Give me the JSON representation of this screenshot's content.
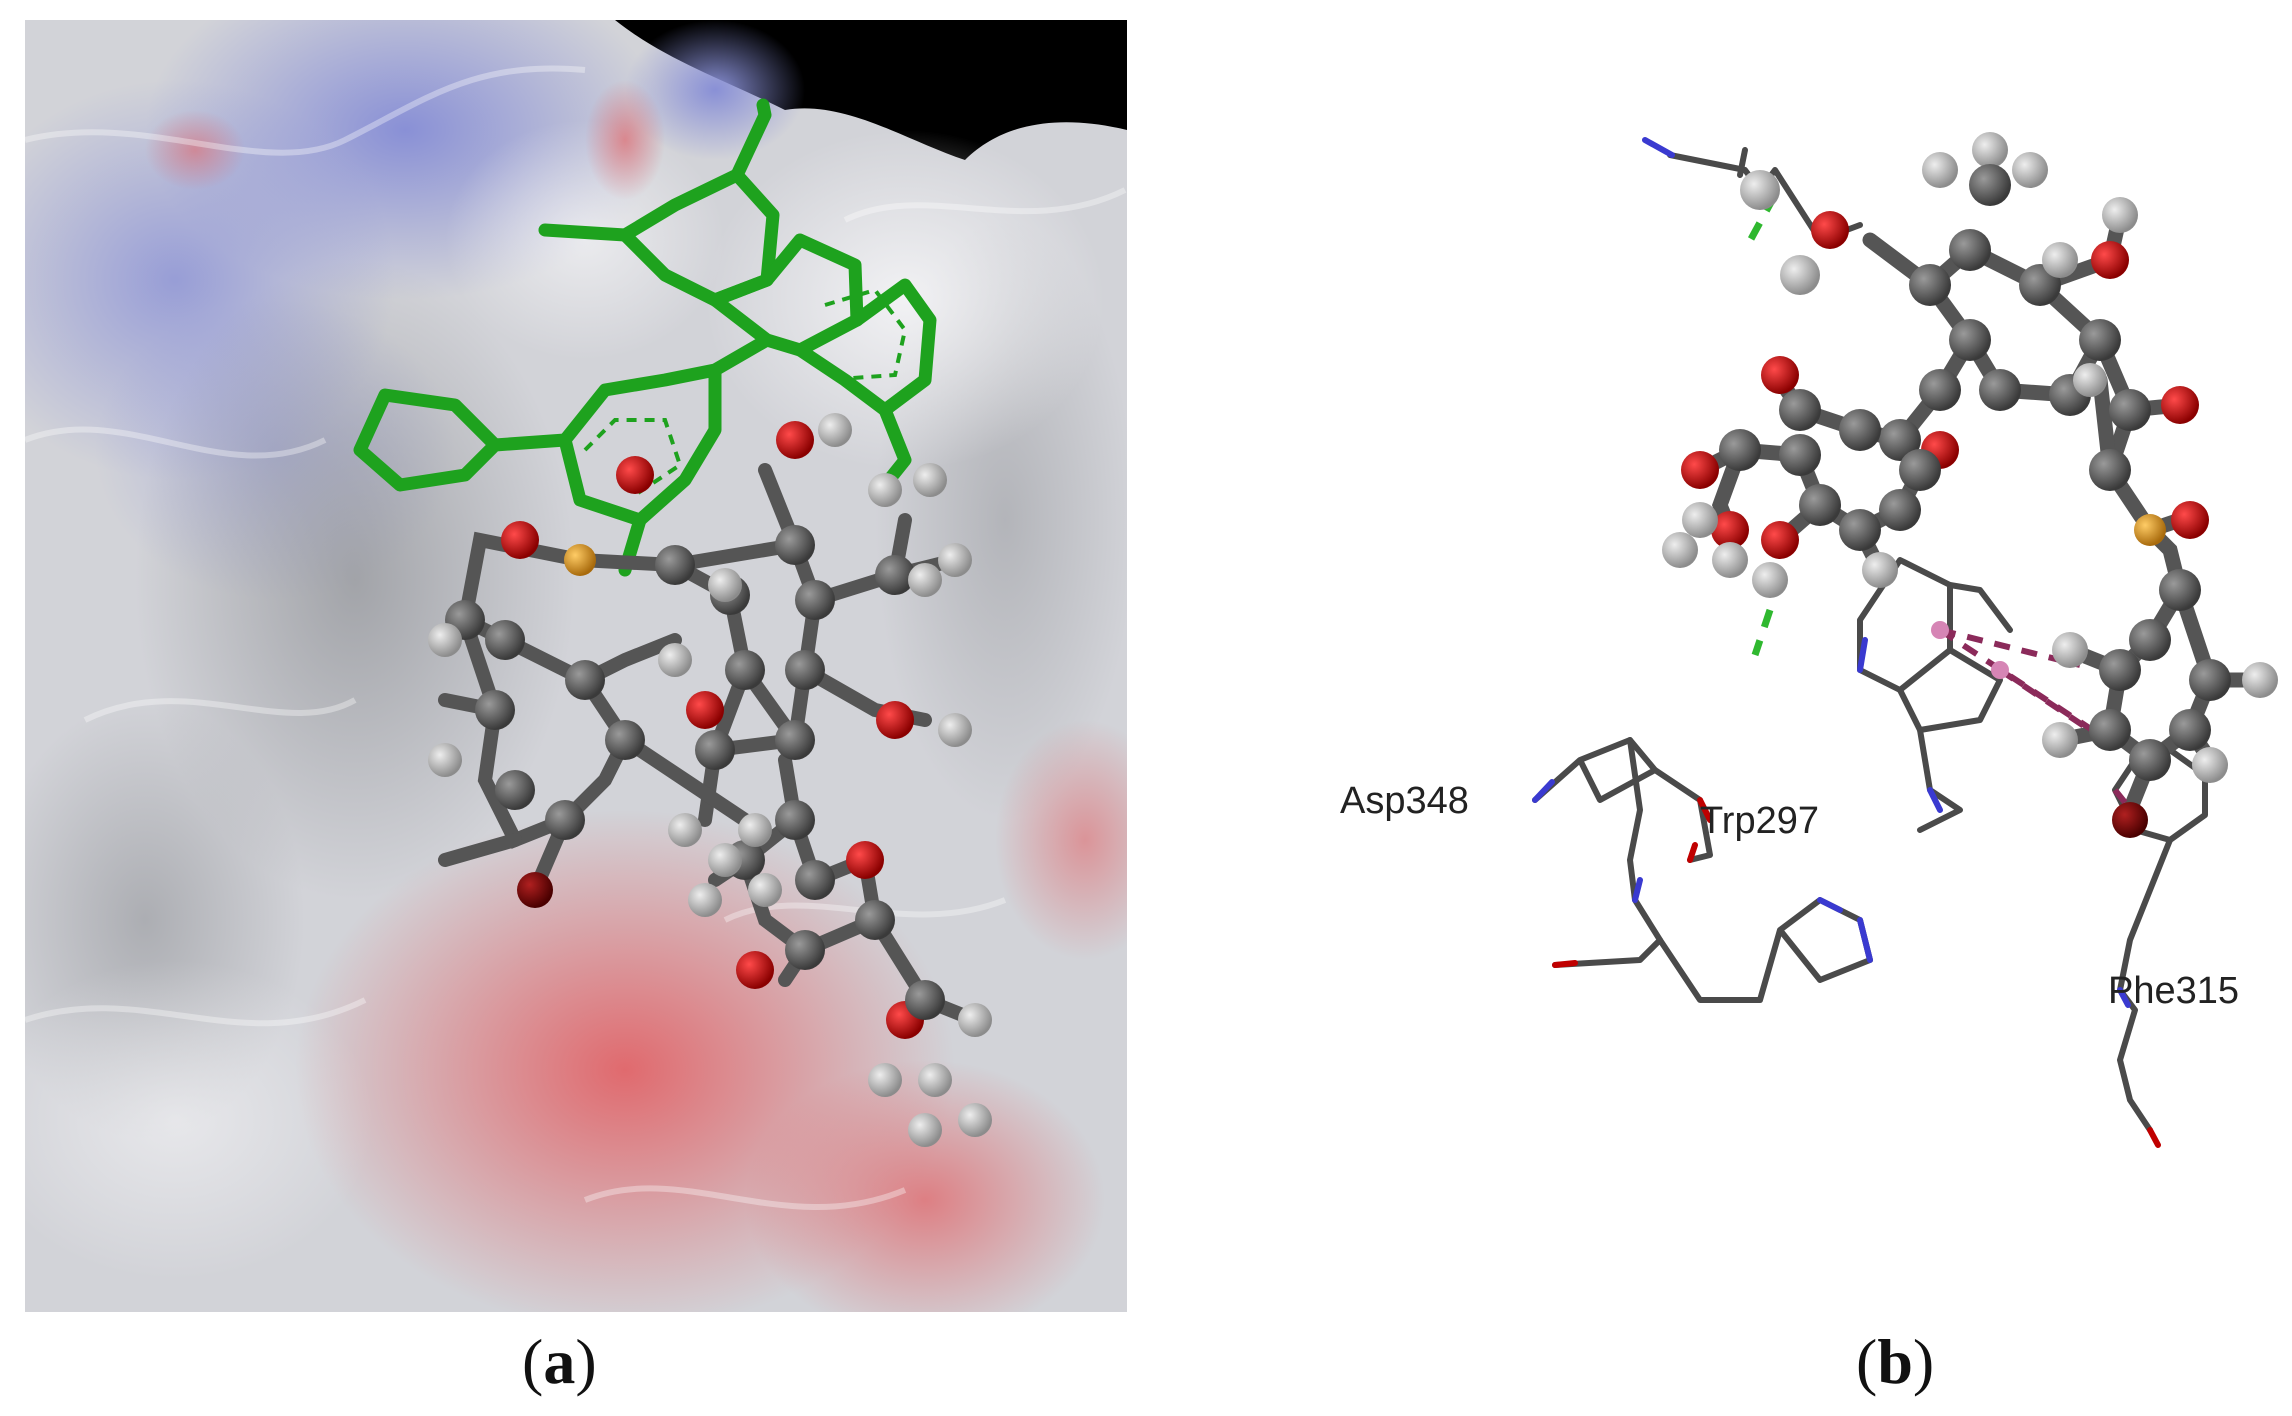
{
  "panel_a": {
    "caption_open": "(",
    "caption_letter": "a",
    "caption_close": ")",
    "colors": {
      "surface_neutral": "#d9d9dc",
      "surface_positive": "#7e86c8",
      "surface_negative": "#d9787a",
      "reference_ligand": "#1e9e1e",
      "carbon": "#555555",
      "oxygen": "#c00000",
      "hydrogen": "#b8b8b8",
      "phosphorus": "#d4931f",
      "bromine": "#7a0a0a"
    }
  },
  "panel_b": {
    "caption_open": "(",
    "caption_letter": "b",
    "caption_close": ")",
    "residues": {
      "asp": "Asp348",
      "trp": "Trp297",
      "phe": "Phe315"
    },
    "colors": {
      "hbond": "#2fb82f",
      "pi_interaction": "#8b2a5a",
      "carbon": "#555555",
      "oxygen": "#c00000",
      "nitrogen": "#3a3ad0",
      "hydrogen": "#b8b8b8",
      "phosphorus": "#d4931f"
    }
  }
}
